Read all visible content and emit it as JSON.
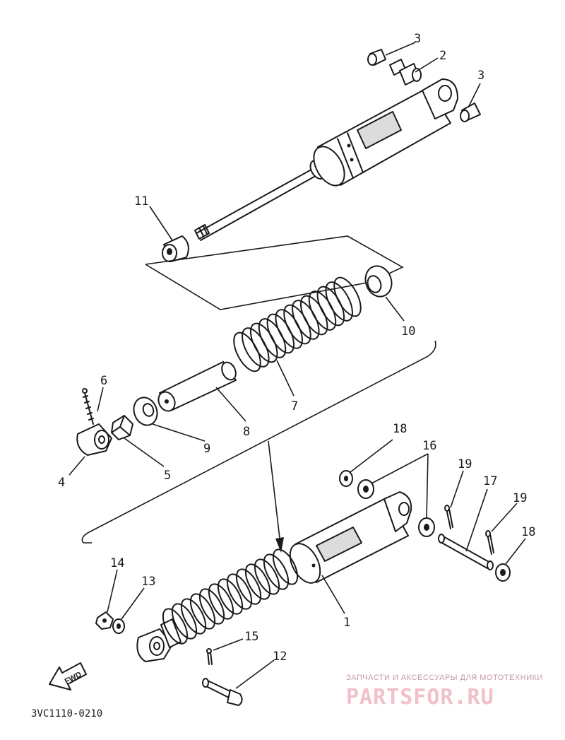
{
  "diagram_code": "3VC1110-0210",
  "direction_arrow": {
    "label": "FWD"
  },
  "watermark": {
    "tagline": "ЗАПЧАСТИ И АКСЕССУАРЫ ДЛЯ МОТОТЕХНИКИ",
    "brand": "PARTSFOR.RU",
    "brand_color": "#f2c0c8"
  },
  "callouts": {
    "c1": "1",
    "c2": "2",
    "c3a": "3",
    "c3b": "3",
    "c4": "4",
    "c5": "5",
    "c6": "6",
    "c7": "7",
    "c8": "8",
    "c9": "9",
    "c10": "10",
    "c11": "11",
    "c12": "12",
    "c13": "13",
    "c14": "14",
    "c15": "15",
    "c16": "16",
    "c17": "17",
    "c18a": "18",
    "c18b": "18",
    "c19a": "19",
    "c19b": "19"
  },
  "colors": {
    "ink": "#1a1a1a",
    "background": "#ffffff"
  }
}
